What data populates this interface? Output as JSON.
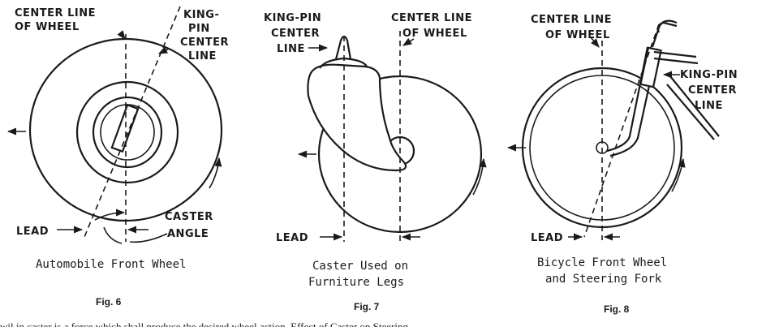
{
  "figure6": {
    "label_center_line": [
      "CENTER LINE",
      "OF WHEEL"
    ],
    "label_kingpin": [
      "KING-",
      "PIN",
      "CENTER",
      "LINE"
    ],
    "label_lead": "LEAD",
    "label_caster": [
      "CASTER",
      "ANGLE"
    ],
    "caption": "Automobile Front Wheel",
    "fig_number": "Fig. 6"
  },
  "figure7": {
    "label_kingpin": [
      "KING-PIN",
      "CENTER",
      "LINE"
    ],
    "label_center_line": [
      "CENTER LINE",
      "OF WHEEL"
    ],
    "label_lead": "LEAD",
    "caption": [
      "Caster Used on",
      "Furniture Legs"
    ],
    "fig_number": "Fig. 7"
  },
  "figure8": {
    "label_center_line": [
      "CENTER LINE",
      "OF WHEEL"
    ],
    "label_kingpin": [
      "KING-PIN",
      "CENTER",
      "LINE"
    ],
    "label_lead": "LEAD",
    "caption": [
      "Bicycle Front Wheel",
      "and Steering Fork"
    ],
    "fig_number": "Fig. 8"
  },
  "footer_text": "wil in caster is a force which shall produce the desired wheel action. Effect of Caster on Steering"
}
